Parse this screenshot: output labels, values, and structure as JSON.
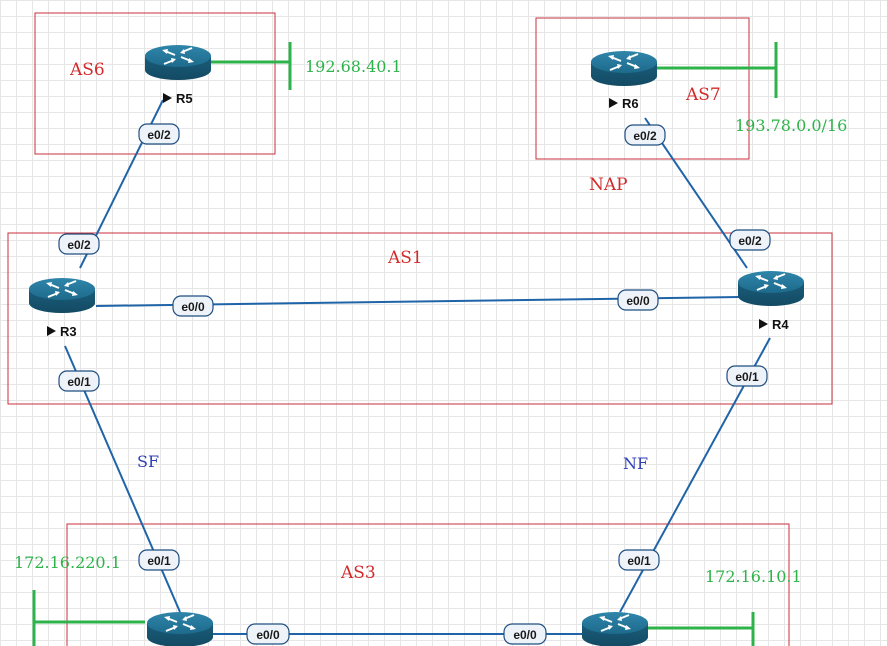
{
  "areas": {
    "as6": "AS6",
    "as7": "AS7",
    "nap": "NAP",
    "as1": "AS1",
    "as3": "AS3",
    "sf": "SF",
    "nf": "NF"
  },
  "routers": {
    "r5": "R5",
    "r6": "R6",
    "r3": "R3",
    "r4": "R4"
  },
  "interfaces": {
    "r5_e02": "e0/2",
    "r6_e02": "e0/2",
    "r3_e02": "e0/2",
    "r3_e00": "e0/0",
    "r3_e01": "e0/1",
    "r4_e02": "e0/2",
    "r4_e00": "e0/0",
    "r4_e01": "e0/1",
    "sfr_e01": "e0/1",
    "sfr_e00": "e0/0",
    "nfr_e00": "e0/0",
    "nfr_e01": "e0/1"
  },
  "networks": {
    "r5_net": "192.68.40.1",
    "r6_net": "193.78.0.0/16",
    "sf_net": "172.16.220.1",
    "nf_net": "172.16.10.1"
  },
  "colors": {
    "area_border": "#c8323c",
    "link": "#1f64a8",
    "network": "#2db34a",
    "router": "#1d6a8c"
  }
}
